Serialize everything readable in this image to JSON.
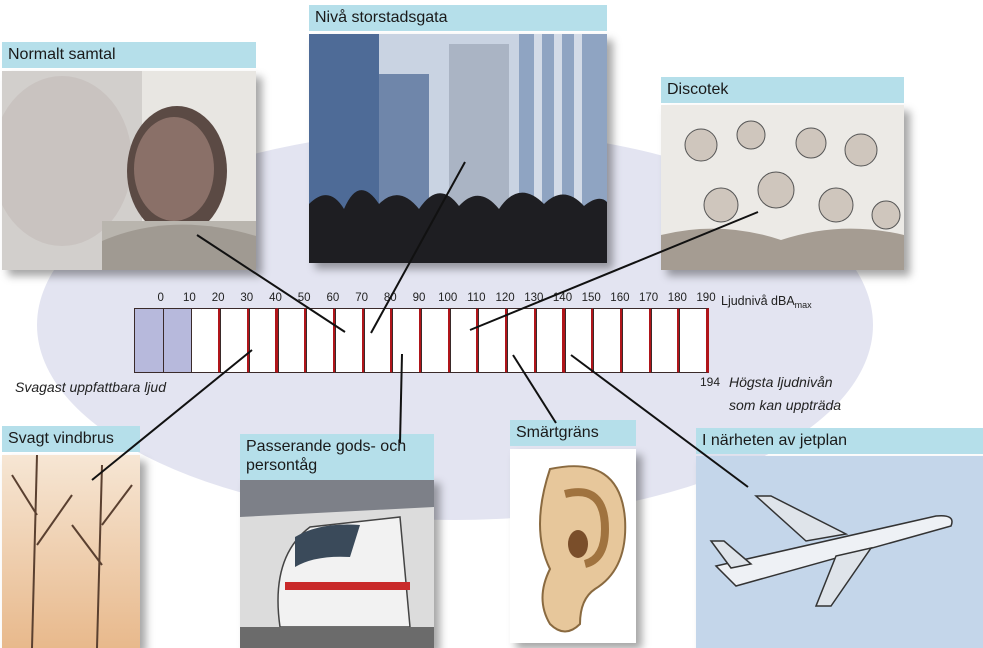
{
  "scale": {
    "unit_label": "Ljudnivå dBA",
    "unit_sub": "max",
    "ticks": [
      "0",
      "10",
      "20",
      "30",
      "40",
      "50",
      "60",
      "70",
      "80",
      "90",
      "100",
      "110",
      "120",
      "130",
      "140",
      "150",
      "160",
      "170",
      "180",
      "190"
    ],
    "end_value": "194",
    "min_caption": "Svagast uppfattbara ljud",
    "max_caption_line1": "Högsta ljudnivån",
    "max_caption_line2": "som kan uppträda",
    "shaded_color": "#b7b9dc",
    "accent_color": "#b0151a"
  },
  "labels": {
    "storstadsgata": "Nivå storstadsgata",
    "samtal": "Normalt samtal",
    "discotek": "Discotek",
    "vindbrus": "Svagt vindbrus",
    "tag": "Passerande gods- och persontåg",
    "smartgrans": "Smärtgräns",
    "jetplan": "I närheten av jetplan"
  },
  "colors": {
    "label_bg": "#b5dfea",
    "ellipse": "#e3e4f1"
  }
}
